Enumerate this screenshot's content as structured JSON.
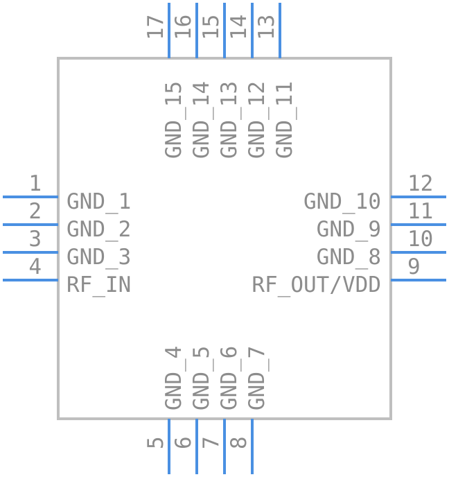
{
  "component": {
    "body_color": "#bfbfbf",
    "pin_color": "#4a90e2",
    "text_color": "#8c8c8c",
    "left_pins": [
      {
        "number": "1",
        "name": "GND_1"
      },
      {
        "number": "2",
        "name": "GND_2"
      },
      {
        "number": "3",
        "name": "GND_3"
      },
      {
        "number": "4",
        "name": "RF_IN"
      }
    ],
    "bottom_pins": [
      {
        "number": "5",
        "name": "GND_4"
      },
      {
        "number": "6",
        "name": "GND_5"
      },
      {
        "number": "7",
        "name": "GND_6"
      },
      {
        "number": "8",
        "name": "GND_7"
      }
    ],
    "right_pins": [
      {
        "number": "9",
        "name": "RF_OUT/VDD"
      },
      {
        "number": "10",
        "name": "GND_8"
      },
      {
        "number": "11",
        "name": "GND_9"
      },
      {
        "number": "12",
        "name": "GND_10"
      }
    ],
    "top_pins": [
      {
        "number": "13",
        "name": "GND_11"
      },
      {
        "number": "14",
        "name": "GND_12"
      },
      {
        "number": "15",
        "name": "GND_13"
      },
      {
        "number": "16",
        "name": "GND_14"
      },
      {
        "number": "17",
        "name": "GND_15"
      }
    ]
  }
}
